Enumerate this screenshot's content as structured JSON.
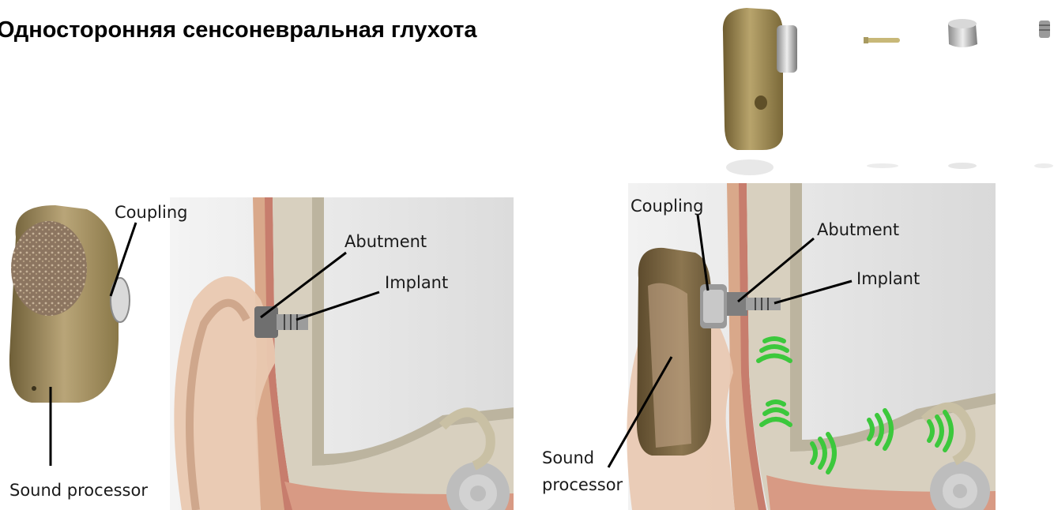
{
  "title": "Односторонняя сенсоневральная глухота",
  "left_panel": {
    "labels": {
      "coupling": "Coupling",
      "abutment": "Abutment",
      "implant": "Implant",
      "sound_processor": "Sound processor"
    }
  },
  "right_panel": {
    "labels": {
      "coupling": "Coupling",
      "abutment": "Abutment",
      "implant": "Implant",
      "sound_line1": "Sound",
      "sound_line2": "processor"
    }
  },
  "colors": {
    "device_gold": "#a58e5a",
    "bone": "#d6cfbf",
    "wave_green": "#3cc83c",
    "skin": "#e9c8b0"
  }
}
